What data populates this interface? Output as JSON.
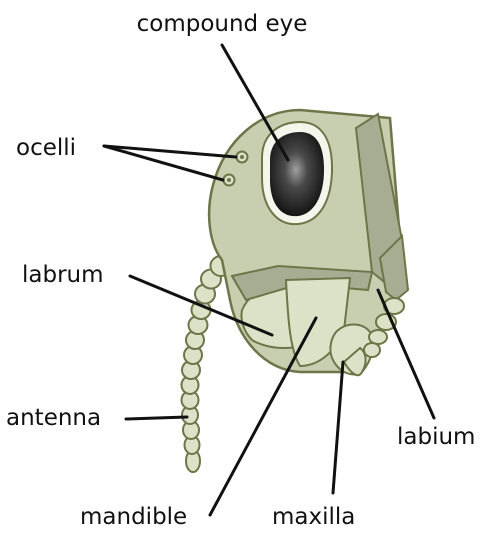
{
  "labels": {
    "compound_eye": "compound eye",
    "ocelli": "ocelli",
    "labrum": "labrum",
    "antenna": "antenna",
    "labium": "labium",
    "mandible": "mandible",
    "maxilla": "maxilla"
  },
  "colors": {
    "head_fill": "#c8cfb0",
    "light_fill": "#dce2c8",
    "dark_fill": "#a7ad93",
    "outline": "#6e7548",
    "eye_dark": "#141414",
    "eye_highlight": "#9a9a9a",
    "line": "#111111"
  }
}
